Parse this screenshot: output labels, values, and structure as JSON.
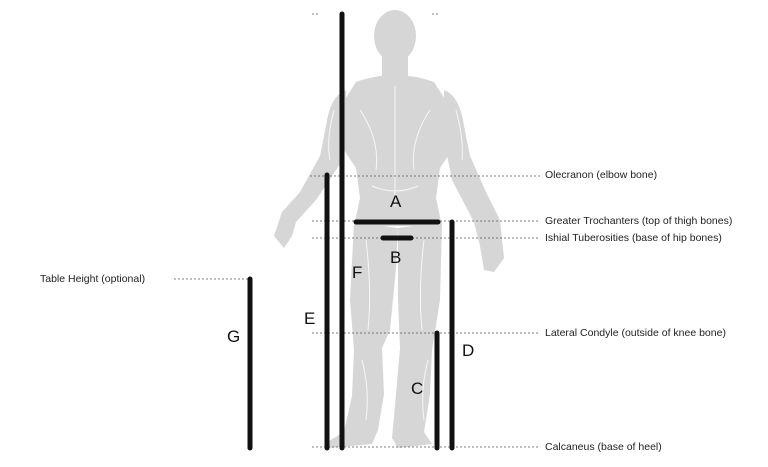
{
  "landmarks": [
    {
      "id": "olecranon",
      "label": "Olecranon (elbow bone)"
    },
    {
      "id": "greater-trochanters",
      "label": "Greater Trochanters (top of thigh bones)"
    },
    {
      "id": "ishial-tuberosities",
      "label": "Ishial Tuberosities (base of hip bones)"
    },
    {
      "id": "lateral-condyle",
      "label": "Lateral Condyle (outside of knee bone)"
    },
    {
      "id": "calcaneus",
      "label": "Calcaneus (base of heel)"
    },
    {
      "id": "table-height",
      "label": "Table Height (optional)"
    }
  ],
  "measures": [
    "A",
    "B",
    "C",
    "D",
    "E",
    "F",
    "G"
  ],
  "colors": {
    "bar": "#111111",
    "figure": "#d6d6d6",
    "figure_line": "#ffffff",
    "guide": "#555555",
    "text": "#222222"
  }
}
